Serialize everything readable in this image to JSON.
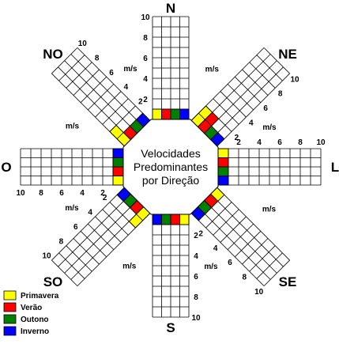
{
  "chart_data": {
    "type": "radial-bar",
    "title": "Velocidades Predominantes por Direção",
    "unit": "m/s",
    "directions": [
      "N",
      "NE",
      "L",
      "SE",
      "S",
      "SO",
      "O",
      "NO"
    ],
    "axis": {
      "range": [
        0,
        10
      ],
      "ticks": [
        "2",
        "4",
        "6",
        "8",
        "10"
      ],
      "ticks_O": [
        "10",
        "8",
        "6",
        "4",
        "2"
      ]
    },
    "grid": true,
    "legend_position": "bottom-left",
    "series": [
      {
        "name": "Primavera",
        "color": "#ffff00",
        "values": [
          1,
          2,
          1,
          1,
          1,
          2,
          1,
          2
        ]
      },
      {
        "name": "Verão",
        "color": "#ff0000",
        "values": [
          1,
          2,
          1,
          1,
          1,
          1,
          1,
          1
        ]
      },
      {
        "name": "Outono",
        "color": "#008000",
        "values": [
          1,
          1,
          1,
          1,
          1,
          1,
          1,
          1
        ]
      },
      {
        "name": "Inverno",
        "color": "#0000ff",
        "values": [
          1,
          1,
          1,
          1,
          1,
          1,
          1,
          1
        ]
      }
    ],
    "title_lines": [
      "Velocidades",
      "Predominantes",
      "por Direção"
    ]
  }
}
